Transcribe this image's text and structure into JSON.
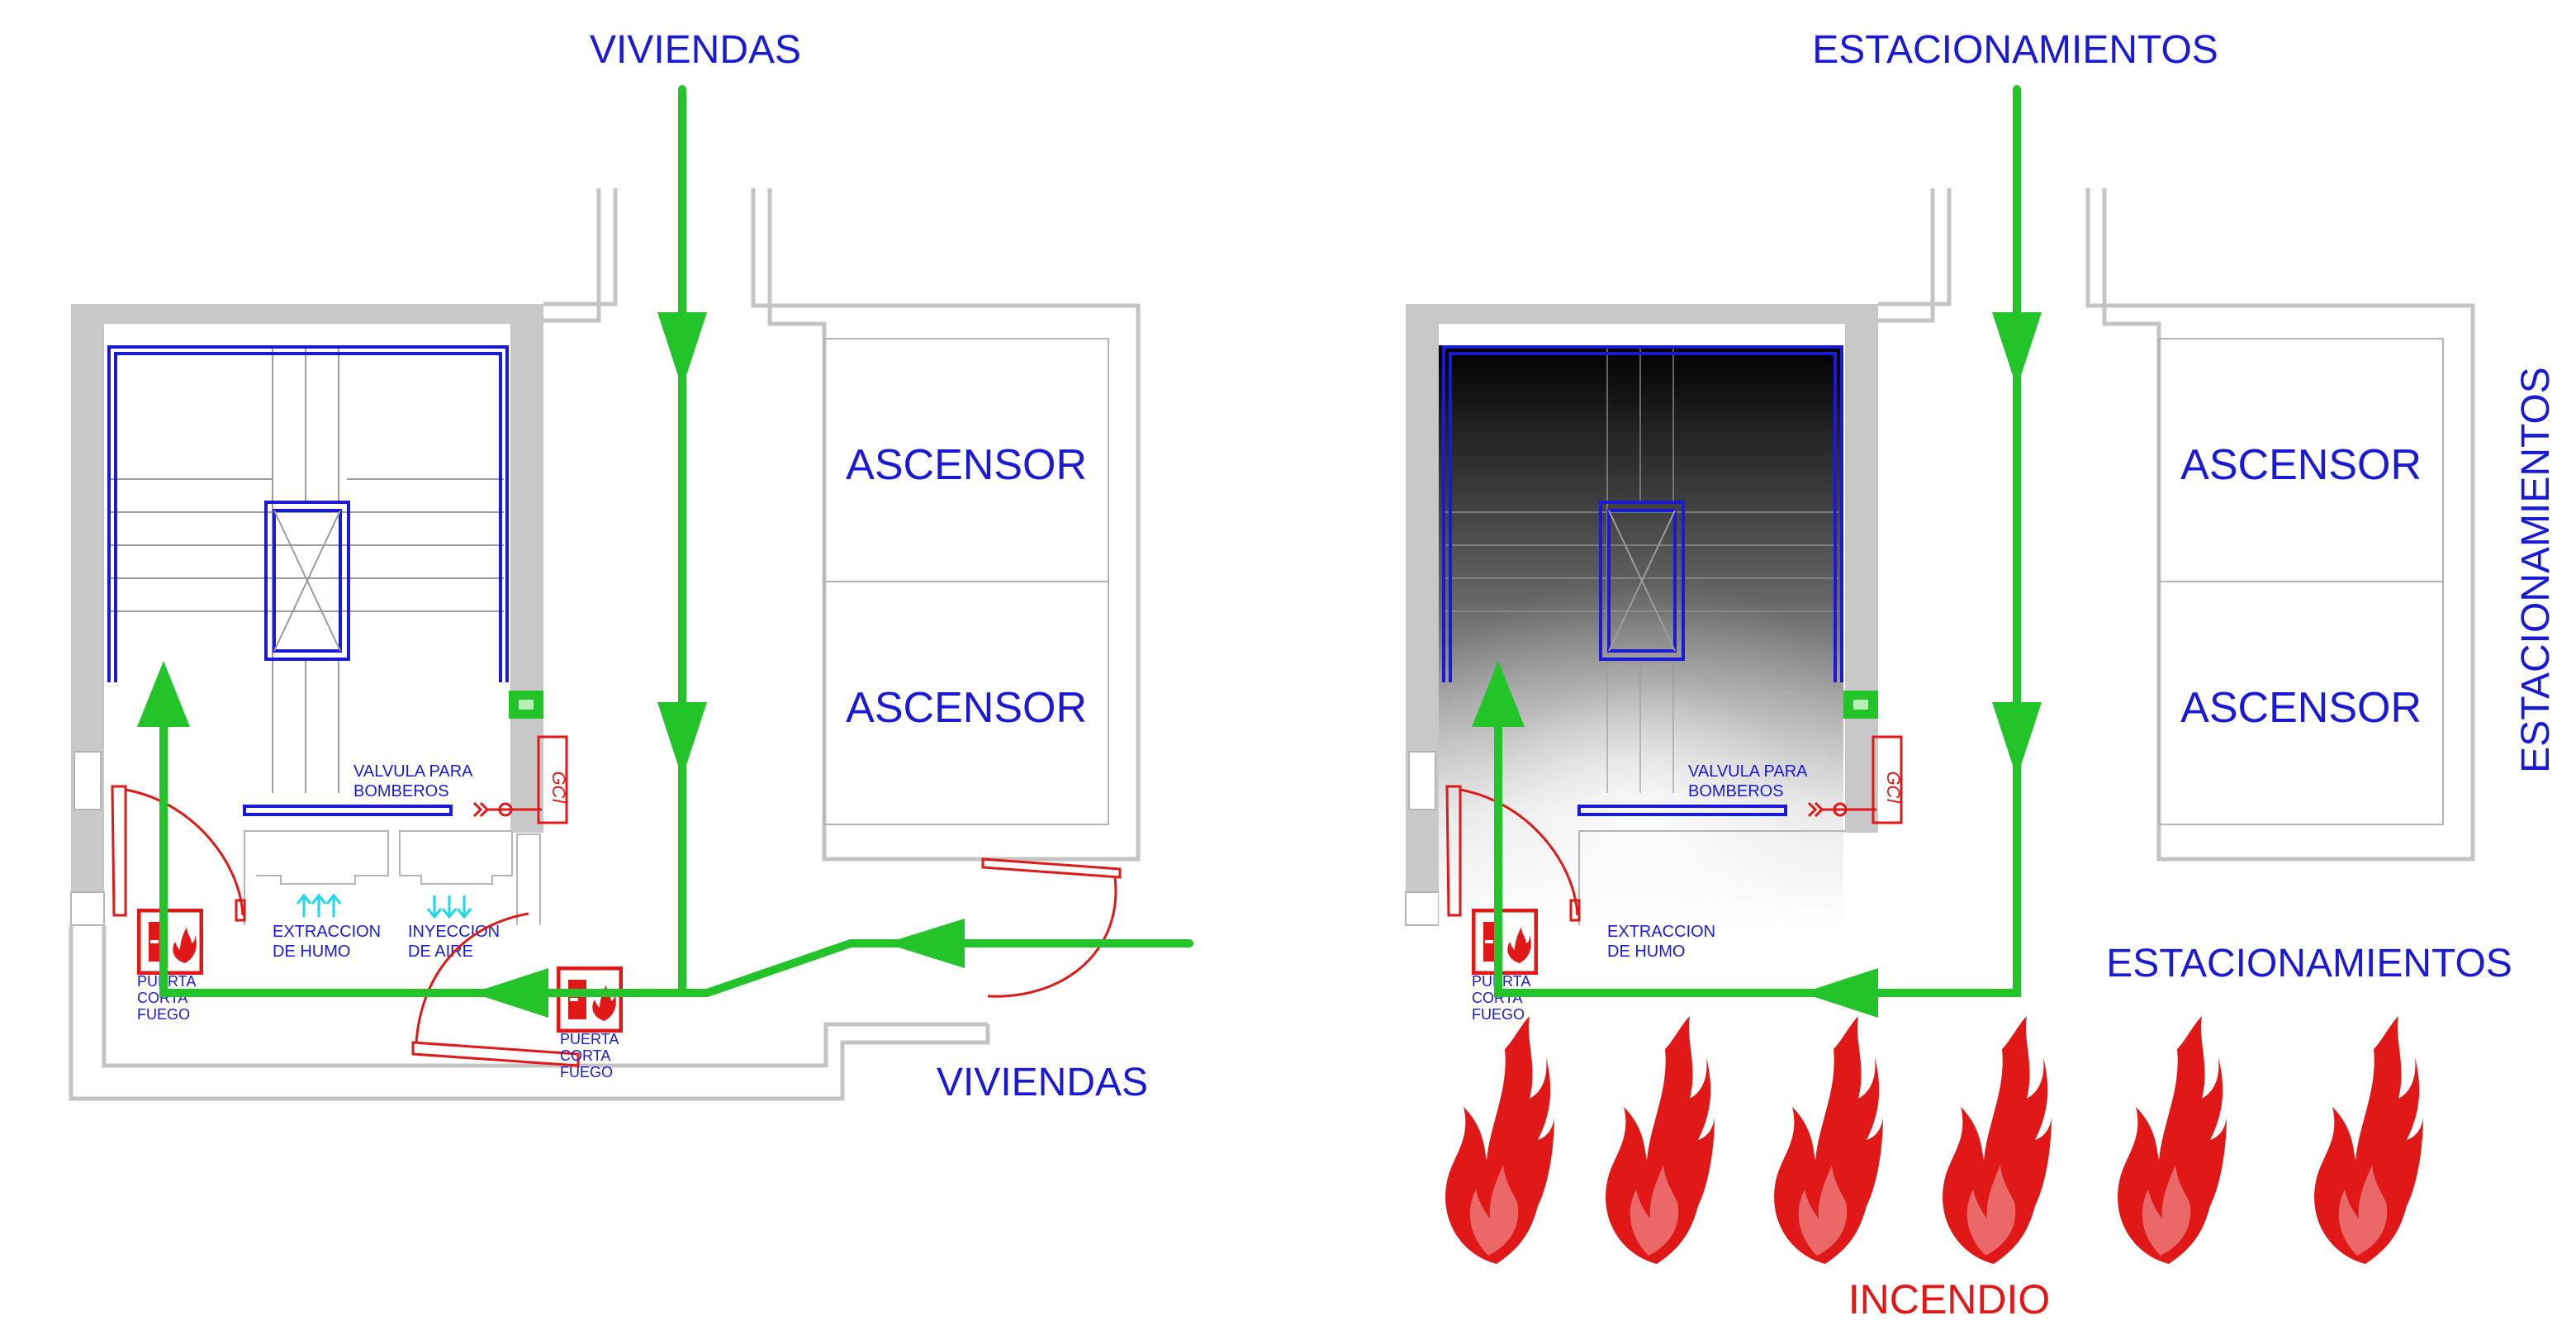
{
  "left_plan": {
    "top_label": "VIVIENDAS",
    "bottom_label": "VIVIENDAS",
    "elevator_1": "ASCENSOR",
    "elevator_2": "ASCENSOR",
    "valve_label_line1": "VALVULA PARA",
    "valve_label_line2": "BOMBEROS",
    "gci_label": "GCI",
    "smoke_extraction_line1": "EXTRACCION",
    "smoke_extraction_line2": "DE HUMO",
    "air_injection_line1": "INYECCION",
    "air_injection_line2": "DE AIRE",
    "fire_door_1": [
      "PUERTA",
      "CORTA",
      "FUEGO"
    ],
    "fire_door_2": [
      "PUERTA",
      "CORTA",
      "FUEGO"
    ]
  },
  "right_plan": {
    "top_label": "ESTACIONAMIENTOS",
    "side_label": "ESTACIONAMIENTOS",
    "lower_label": "ESTACIONAMIENTOS",
    "elevator_1": "ASCENSOR",
    "elevator_2": "ASCENSOR",
    "valve_label_line1": "VALVULA PARA",
    "valve_label_line2": "BOMBEROS",
    "gci_label": "GCI",
    "smoke_extraction_line1": "EXTRACCION",
    "smoke_extraction_line2": "DE HUMO",
    "fire_door": [
      "PUERTA",
      "CORTA",
      "FUEGO"
    ],
    "fire_label": "INCENDIO"
  },
  "colors": {
    "route": "#22c42a",
    "labels": "#1a1ad6",
    "fire": "#e01818",
    "walls": "#c8c8c8",
    "airflow": "#19d8ee"
  },
  "icons": {
    "fire": "flame-icon",
    "fire_door": "fire-door-icon",
    "valve": "fire-valve-icon",
    "detector": "smoke-detector-icon"
  }
}
